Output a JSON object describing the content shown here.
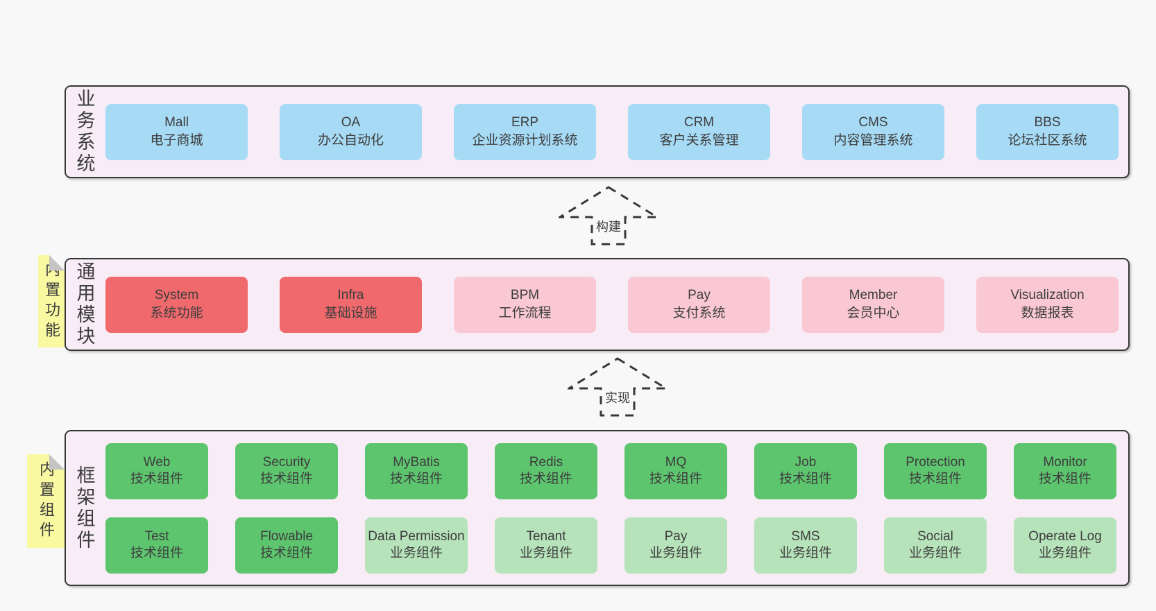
{
  "layers": {
    "business": {
      "label": "业务系统",
      "rows": [
        [
          {
            "name": "Mall",
            "subtitle": "电子商城",
            "variant": "blue"
          },
          {
            "name": "OA",
            "subtitle": "办公自动化",
            "variant": "blue"
          },
          {
            "name": "ERP",
            "subtitle": "企业资源计划系统",
            "variant": "blue"
          },
          {
            "name": "CRM",
            "subtitle": "客户关系管理",
            "variant": "blue"
          },
          {
            "name": "CMS",
            "subtitle": "内容管理系统",
            "variant": "blue"
          },
          {
            "name": "BBS",
            "subtitle": "论坛社区系统",
            "variant": "blue"
          }
        ]
      ]
    },
    "modules": {
      "label": "通用模块",
      "note": "内置功能",
      "rows": [
        [
          {
            "name": "System",
            "subtitle": "系统功能",
            "variant": "red"
          },
          {
            "name": "Infra",
            "subtitle": "基础设施",
            "variant": "red"
          },
          {
            "name": "BPM",
            "subtitle": "工作流程",
            "variant": "pink"
          },
          {
            "name": "Pay",
            "subtitle": "支付系统",
            "variant": "pink"
          },
          {
            "name": "Member",
            "subtitle": "会员中心",
            "variant": "pink"
          },
          {
            "name": "Visualization",
            "subtitle": "数据报表",
            "variant": "pink"
          }
        ]
      ]
    },
    "components": {
      "label": "框架组件",
      "note": "内置组件",
      "rows": [
        [
          {
            "name": "Web",
            "subtitle": "技术组件",
            "variant": "green"
          },
          {
            "name": "Security",
            "subtitle": "技术组件",
            "variant": "green"
          },
          {
            "name": "MyBatis",
            "subtitle": "技术组件",
            "variant": "green"
          },
          {
            "name": "Redis",
            "subtitle": "技术组件",
            "variant": "green"
          },
          {
            "name": "MQ",
            "subtitle": "技术组件",
            "variant": "green"
          },
          {
            "name": "Job",
            "subtitle": "技术组件",
            "variant": "green"
          },
          {
            "name": "Protection",
            "subtitle": "技术组件",
            "variant": "green"
          },
          {
            "name": "Monitor",
            "subtitle": "技术组件",
            "variant": "green"
          }
        ],
        [
          {
            "name": "Test",
            "subtitle": "技术组件",
            "variant": "green"
          },
          {
            "name": "Flowable",
            "subtitle": "技术组件",
            "variant": "green"
          },
          {
            "name": "Data Permission",
            "subtitle": "业务组件",
            "variant": "lightgreen"
          },
          {
            "name": "Tenant",
            "subtitle": "业务组件",
            "variant": "lightgreen"
          },
          {
            "name": "Pay",
            "subtitle": "业务组件",
            "variant": "lightgreen"
          },
          {
            "name": "SMS",
            "subtitle": "业务组件",
            "variant": "lightgreen"
          },
          {
            "name": "Social",
            "subtitle": "业务组件",
            "variant": "lightgreen"
          },
          {
            "name": "Operate Log",
            "subtitle": "业务组件",
            "variant": "lightgreen"
          }
        ]
      ]
    }
  },
  "arrows": {
    "build": {
      "label": "构建"
    },
    "implement": {
      "label": "实现"
    }
  },
  "colors": {
    "pageBg": "#f8f8f8",
    "layerFill": "#f8edf6",
    "line": "#383838",
    "text": "#3d3d3d",
    "blue": "#a6daf5",
    "red": "#f06a6d",
    "pink": "#f9c8d2",
    "green": "#5ec56f",
    "lightGreen": "#b7e3bb",
    "noteFill": "#f9f9a2",
    "noteFold": "#c4c4c4"
  }
}
